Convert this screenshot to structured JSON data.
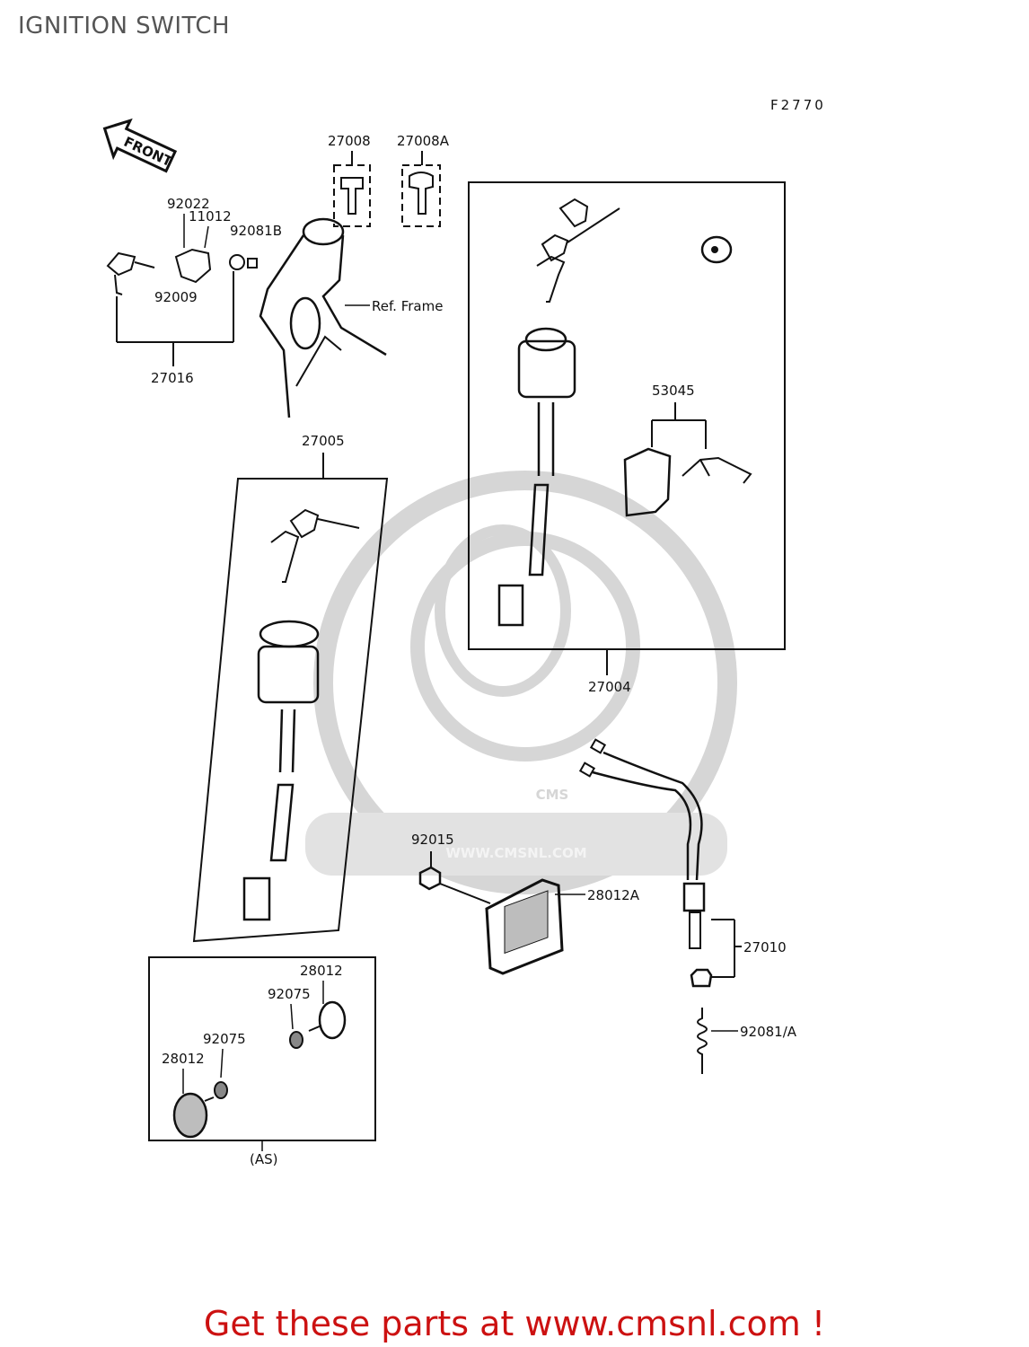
{
  "page": {
    "title": "IGNITION SWITCH",
    "footer": "Get these parts at www.cmsnl.com !"
  },
  "diagram": {
    "code": "F2770",
    "front_label": "FRONT",
    "frame_ref": "Ref. Frame",
    "assembly_note": "(AS)",
    "parts": {
      "p27008": "27008",
      "p27008A": "27008A",
      "p92022": "92022",
      "p11012": "11012",
      "p92081B": "92081B",
      "p92009": "92009",
      "p27016": "27016",
      "p27005": "27005",
      "p27004": "27004",
      "p53045": "53045",
      "p92015": "92015",
      "p28012A": "28012A",
      "p27010": "27010",
      "p92081A": "92081/A",
      "p28012_top": "28012",
      "p92075_top": "92075",
      "p92075_bottom": "92075",
      "p28012_bottom": "28012"
    }
  },
  "watermark": {
    "brand": "CMS",
    "url": "WWW.CMSNL.COM"
  },
  "colors": {
    "line": "#111111",
    "watermark": "#d6d6d6",
    "footer": "#cc1111",
    "title": "#555555"
  }
}
